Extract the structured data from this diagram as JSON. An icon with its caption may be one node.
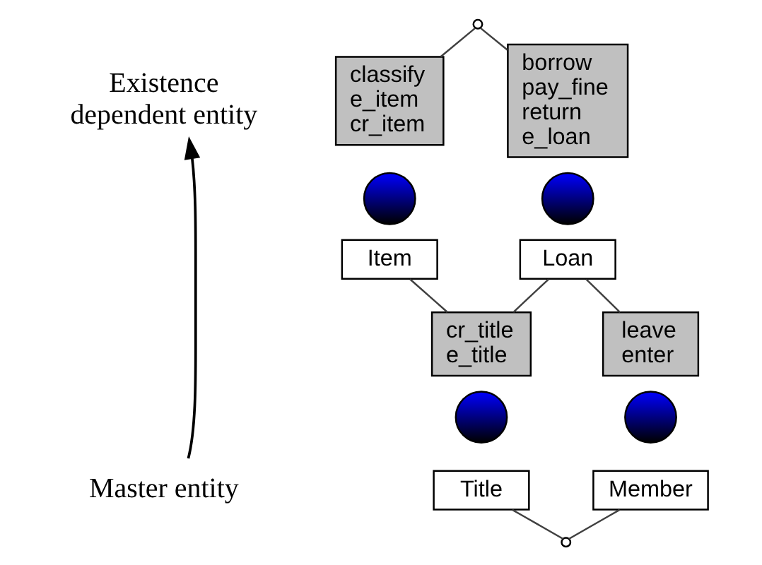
{
  "diagram": {
    "nodes": [
      {
        "text": [
          "Existence dependent entity"
        ]
      },
      {
        "text": [],
        "shape": "circle"
      },
      {
        "text": [
          "classify e_item cr_item"
        ]
      },
      {
        "text": [
          "borrow pay_fine return e_loan"
        ]
      },
      {
        "text": [],
        "shape": "circle"
      },
      {
        "text": [],
        "shape": "circle"
      },
      {
        "text": [
          "Item"
        ]
      },
      {
        "text": [
          "Loan"
        ]
      },
      {
        "text": [
          "cr_title e_title"
        ]
      },
      {
        "text": [
          "leave enter"
        ]
      },
      {
        "text": [],
        "shape": "circle"
      },
      {
        "text": [],
        "shape": "circle"
      },
      {
        "text": [
          "Title"
        ]
      },
      {
        "text": [
          "Member"
        ]
      },
      {
        "text": [
          "Master entity"
        ]
      },
      {
        "text": [],
        "shape": "circle"
      }
    ],
    "edges": [
      {
        "from": 14,
        "to": 0,
        "arrow": "to"
      },
      {
        "from": 1,
        "to": 2,
        "arrow": "none"
      },
      {
        "from": 1,
        "to": 3,
        "arrow": "none"
      },
      {
        "from": 6,
        "to": 8,
        "arrow": "none"
      },
      {
        "from": 7,
        "to": 8,
        "arrow": "none"
      },
      {
        "from": 7,
        "to": 9,
        "arrow": "none"
      },
      {
        "from": 12,
        "to": 15,
        "arrow": "none"
      },
      {
        "from": 13,
        "to": 15,
        "arrow": "none"
      }
    ]
  }
}
